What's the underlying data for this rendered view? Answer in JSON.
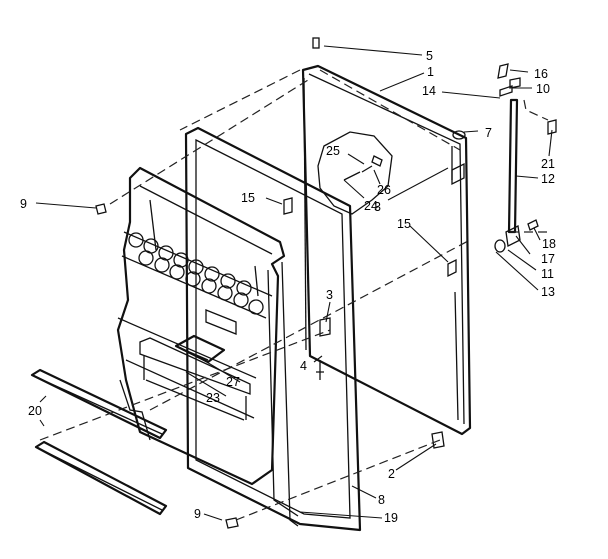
{
  "callouts": [
    {
      "id": "c5",
      "text": "5"
    },
    {
      "id": "c1",
      "text": "1"
    },
    {
      "id": "c16",
      "text": "16"
    },
    {
      "id": "c10",
      "text": "10"
    },
    {
      "id": "c14",
      "text": "14"
    },
    {
      "id": "c7",
      "text": "7"
    },
    {
      "id": "c25",
      "text": "25"
    },
    {
      "id": "c26",
      "text": "26"
    },
    {
      "id": "c24",
      "text": "24"
    },
    {
      "id": "c21",
      "text": "21"
    },
    {
      "id": "c12",
      "text": "12"
    },
    {
      "id": "c3a",
      "text": "3"
    },
    {
      "id": "c15a",
      "text": "15"
    },
    {
      "id": "c15b",
      "text": "15"
    },
    {
      "id": "c9a",
      "text": "9"
    },
    {
      "id": "c18",
      "text": "18"
    },
    {
      "id": "c17",
      "text": "17"
    },
    {
      "id": "c11",
      "text": "11"
    },
    {
      "id": "c13",
      "text": "13"
    },
    {
      "id": "c3b",
      "text": "3"
    },
    {
      "id": "c4",
      "text": "4"
    },
    {
      "id": "c27",
      "text": "27"
    },
    {
      "id": "c23",
      "text": "23"
    },
    {
      "id": "c20",
      "text": "20"
    },
    {
      "id": "c2",
      "text": "2"
    },
    {
      "id": "c8",
      "text": "8"
    },
    {
      "id": "c9b",
      "text": "9"
    },
    {
      "id": "c19",
      "text": "19"
    }
  ]
}
